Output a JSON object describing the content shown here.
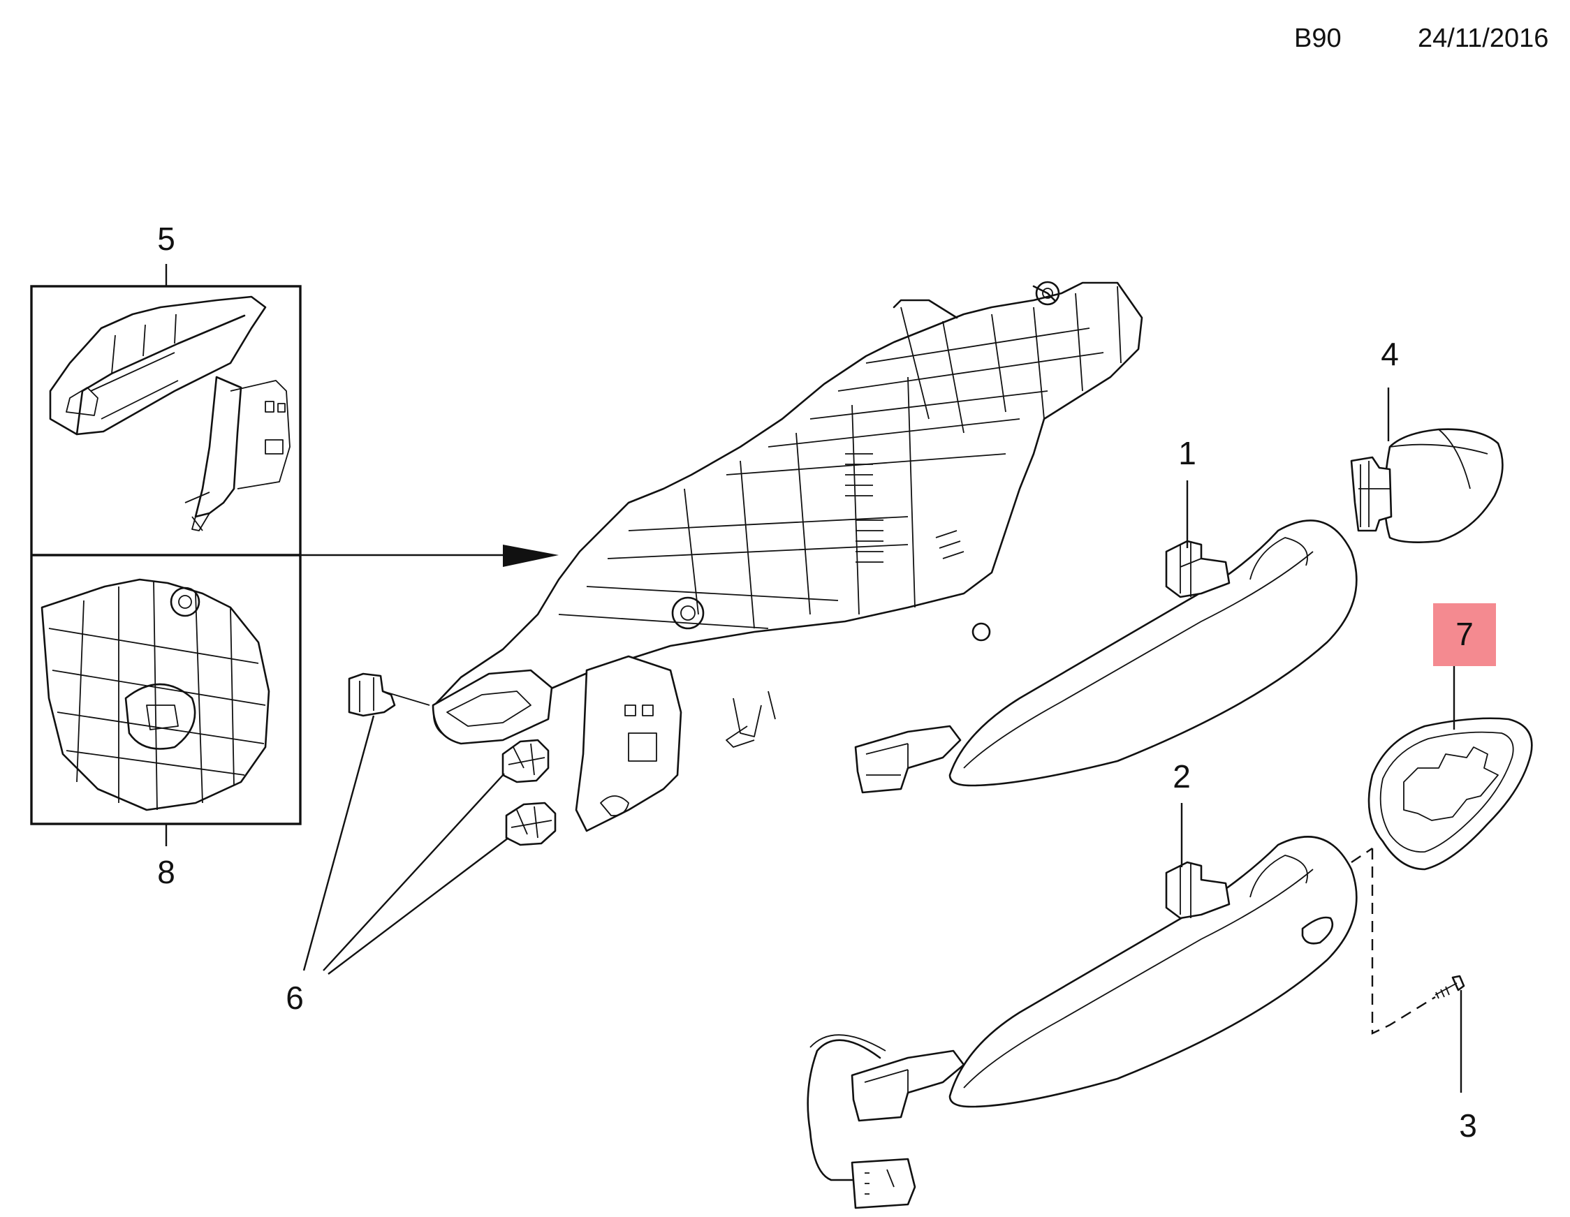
{
  "header": {
    "code": "B90",
    "date": "24/11/2016"
  },
  "callouts": [
    {
      "id": "1",
      "label": "1"
    },
    {
      "id": "2",
      "label": "2"
    },
    {
      "id": "3",
      "label": "3"
    },
    {
      "id": "4",
      "label": "4"
    },
    {
      "id": "5",
      "label": "5"
    },
    {
      "id": "6",
      "label": "6"
    },
    {
      "id": "7",
      "label": "7",
      "highlighted": true
    },
    {
      "id": "8",
      "label": "8"
    }
  ],
  "colors": {
    "highlight": "#f48a90",
    "line": "#111111",
    "background": "#ffffff"
  }
}
